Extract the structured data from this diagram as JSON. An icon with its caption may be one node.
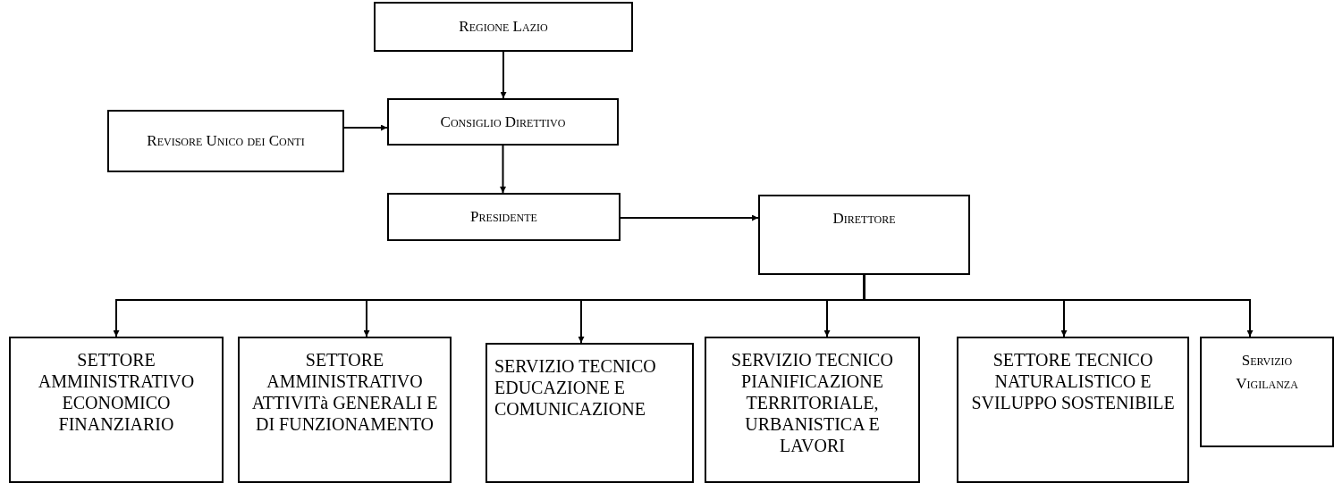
{
  "diagram": {
    "nodes": [
      {
        "text": [
          "Regione Lazio"
        ]
      },
      {
        "text": [
          "Consiglio Direttivo"
        ]
      },
      {
        "text": [
          "Revisore Unico dei Conti"
        ]
      },
      {
        "text": [
          "Presidente"
        ]
      },
      {
        "text": [
          "Direttore"
        ]
      },
      {
        "text": [
          "SETTORE AMMINISTRATIVO ECONOMICO FINANZIARIO"
        ]
      },
      {
        "text": [
          "SETTORE AMMINISTRATIVO ATTIVITà GENERALI E DI FUNZIONAMENTO"
        ]
      },
      {
        "text": [
          "SERVIZIO TECNICO EDUCAZIONE E COMUNICAZIONE"
        ]
      },
      {
        "text": [
          "SERVIZIO TECNICO PIANIFICAZIONE TERRITORIALE, URBANISTICA E LAVORI"
        ]
      },
      {
        "text": [
          "SETTORE TECNICO NATURALISTICO E SVILUPPO SOSTENIBILE"
        ]
      },
      {
        "text": [
          "Servizio Vigilanza"
        ]
      }
    ],
    "edges": [
      {
        "from": 0,
        "to": 1,
        "arrow": "to"
      },
      {
        "from": 2,
        "to": 1,
        "arrow": "to"
      },
      {
        "from": 1,
        "to": 3,
        "arrow": "to"
      },
      {
        "from": 3,
        "to": 4,
        "arrow": "to"
      },
      {
        "from": 4,
        "to": 5,
        "arrow": "to"
      },
      {
        "from": 4,
        "to": 6,
        "arrow": "to"
      },
      {
        "from": 4,
        "to": 7,
        "arrow": "to"
      },
      {
        "from": 4,
        "to": 8,
        "arrow": "to"
      },
      {
        "from": 4,
        "to": 9,
        "arrow": "to"
      },
      {
        "from": 4,
        "to": 10,
        "arrow": "to"
      }
    ]
  }
}
